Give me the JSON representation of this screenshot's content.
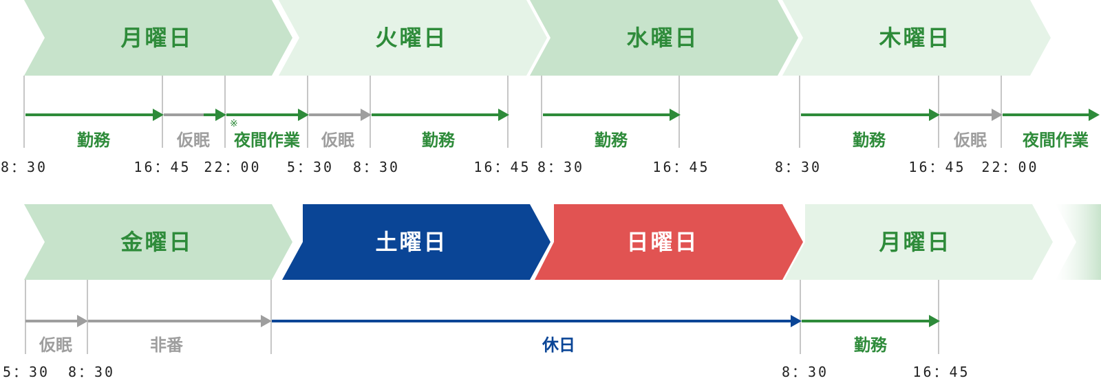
{
  "colors": {
    "green": "#2e8b3a",
    "green_dark_fill": "#c7e3cb",
    "green_light_fill": "#e5f3e7",
    "gray": "#9e9e9e",
    "navy": "#0a4596",
    "red": "#e15352",
    "tick": "#b3b3b3",
    "time": "#222222"
  },
  "week1": {
    "days": [
      "月曜日",
      "火曜日",
      "水曜日",
      "木曜日"
    ],
    "segments": [
      {
        "label": "勤務",
        "kind": "work",
        "start": "8:30",
        "end": "16:45"
      },
      {
        "label": "仮眠",
        "kind": "nap",
        "start": "16:45",
        "end": "22:00"
      },
      {
        "label": "夜間作業",
        "kind": "work",
        "start": "22:00",
        "end": "5:30",
        "note": "※"
      },
      {
        "label": "仮眠",
        "kind": "nap",
        "start": "5:30",
        "end": "8:30"
      },
      {
        "label": "勤務",
        "kind": "work",
        "start": "8:30",
        "end": "16:45"
      },
      {
        "label": "勤務",
        "kind": "work",
        "start": "8:30",
        "end": "16:45"
      },
      {
        "label": "勤務",
        "kind": "work",
        "start": "8:30",
        "end": "16:45"
      },
      {
        "label": "仮眠",
        "kind": "nap",
        "start": "16:45",
        "end": "22:00"
      },
      {
        "label": "夜間作業",
        "kind": "work",
        "start": "22:00",
        "end": ""
      }
    ],
    "times": [
      "8：30",
      "16：45",
      "22：00",
      "5：30",
      "8：30",
      "16：45",
      "8：30",
      "16：45",
      "8：30",
      "16：45",
      "22：00"
    ]
  },
  "week2": {
    "days": [
      "金曜日",
      "土曜日",
      "日曜日",
      "月曜日"
    ],
    "segments": [
      {
        "label": "仮眠",
        "kind": "nap",
        "start": "5:30",
        "end": "8:30"
      },
      {
        "label": "非番",
        "kind": "off",
        "start": "8:30",
        "end": ""
      },
      {
        "label": "休日",
        "kind": "holiday",
        "start": "",
        "end": "8:30"
      },
      {
        "label": "勤務",
        "kind": "work",
        "start": "8:30",
        "end": "16:45"
      }
    ],
    "times": [
      "5：30",
      "8：30",
      "8：30",
      "16：45"
    ]
  }
}
